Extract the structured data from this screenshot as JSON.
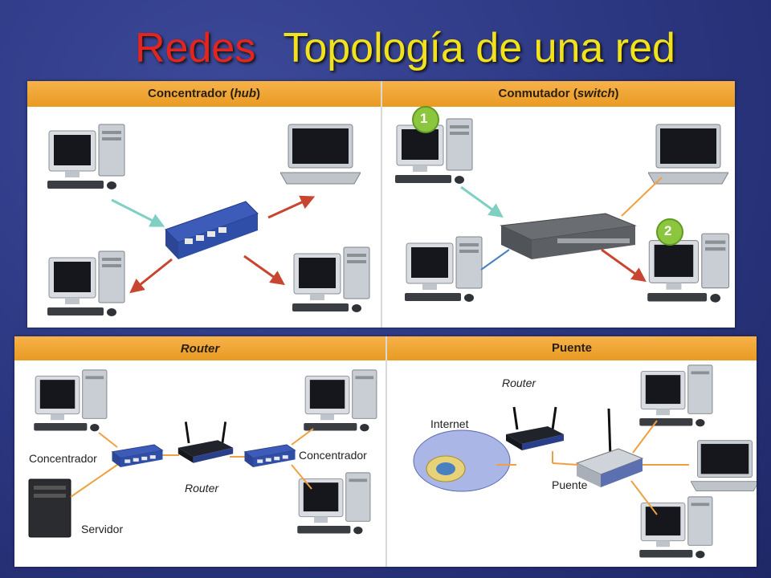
{
  "slide": {
    "title_part1": "Redes",
    "title_part2": "Topología de una red",
    "title_colors": {
      "part1": "#e4251f",
      "part2": "#f2e21c"
    }
  },
  "panels": {
    "hub": {
      "title": "Concentrador",
      "title_italic": "hub"
    },
    "switch": {
      "title": "Conmutador",
      "title_italic": "switch",
      "marker1": "1",
      "marker2": "2"
    },
    "router": {
      "title": "Router",
      "label_concentrador_left": "Concentrador",
      "label_router": "Router",
      "label_concentrador_right": "Concentrador",
      "label_servidor": "Servidor"
    },
    "bridge": {
      "title": "Puente",
      "label_internet": "Internet",
      "label_router": "Router",
      "label_puente": "Puente"
    }
  },
  "colors": {
    "band": "#f0a530",
    "arrow_teal": "#7fd0c2",
    "arrow_red": "#c8452f",
    "cable_orange": "#f0a040",
    "cable_blue": "#4a7fc0",
    "marker_green": "#8cc63f"
  }
}
